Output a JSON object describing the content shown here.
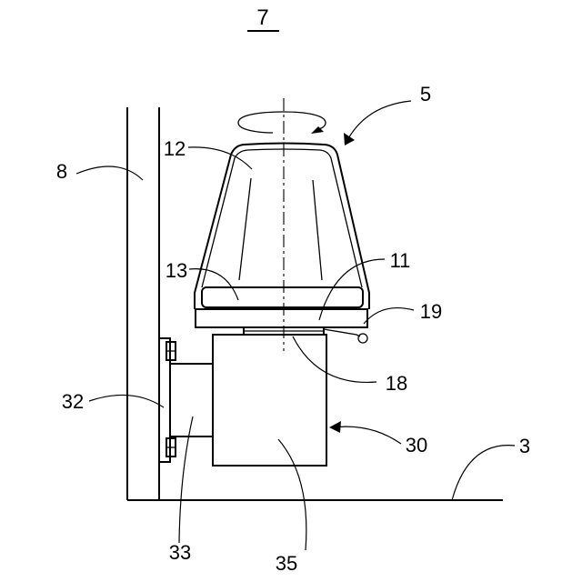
{
  "figure": {
    "number": "7"
  },
  "labels": {
    "l5": "5",
    "l8": "8",
    "l12": "12",
    "l13": "13",
    "l11": "11",
    "l19": "19",
    "l18": "18",
    "l32": "32",
    "l30": "30",
    "l3": "3",
    "l33": "33",
    "l35": "35"
  }
}
